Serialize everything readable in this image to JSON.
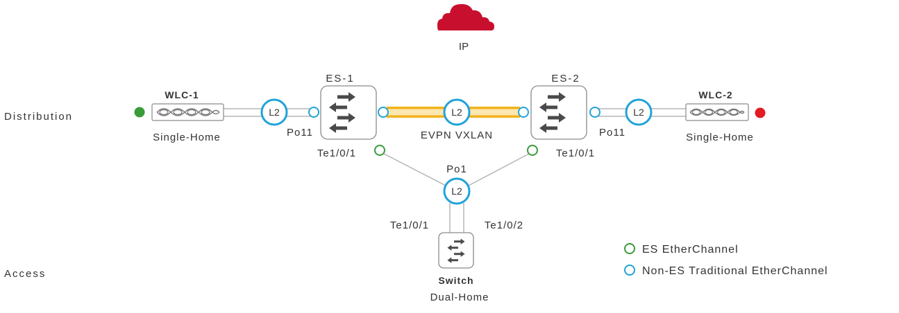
{
  "cloud": {
    "label": "IP",
    "color": "#c8102e"
  },
  "layers": {
    "distribution": "Distribution",
    "access": "Access"
  },
  "es1": {
    "name": "ES-1",
    "po_label": "Po11",
    "te_label": "Te1/0/1"
  },
  "es2": {
    "name": "ES-2",
    "po_label": "Po11",
    "te_label": "Te1/0/1"
  },
  "evpn": {
    "label": "EVPN VXLAN",
    "l2": "L2",
    "color": "#f2b21a"
  },
  "wlc1": {
    "name": "WLC-1",
    "homing": "Single-Home",
    "status_color": "#3a9b3a",
    "l2": "L2"
  },
  "wlc2": {
    "name": "WLC-2",
    "homing": "Single-Home",
    "status_color": "#e31b23",
    "l2": "L2"
  },
  "po1": {
    "label": "Po1",
    "l2": "L2"
  },
  "access_switch": {
    "name": "Switch",
    "homing": "Dual-Home",
    "te_left": "Te1/0/1",
    "te_right": "Te1/0/2"
  },
  "legend": {
    "items": [
      {
        "label": "ES EtherChannel",
        "color": "#3a9b3a"
      },
      {
        "label": "Non-ES Traditional EtherChannel",
        "color": "#1fa3d8"
      }
    ]
  }
}
